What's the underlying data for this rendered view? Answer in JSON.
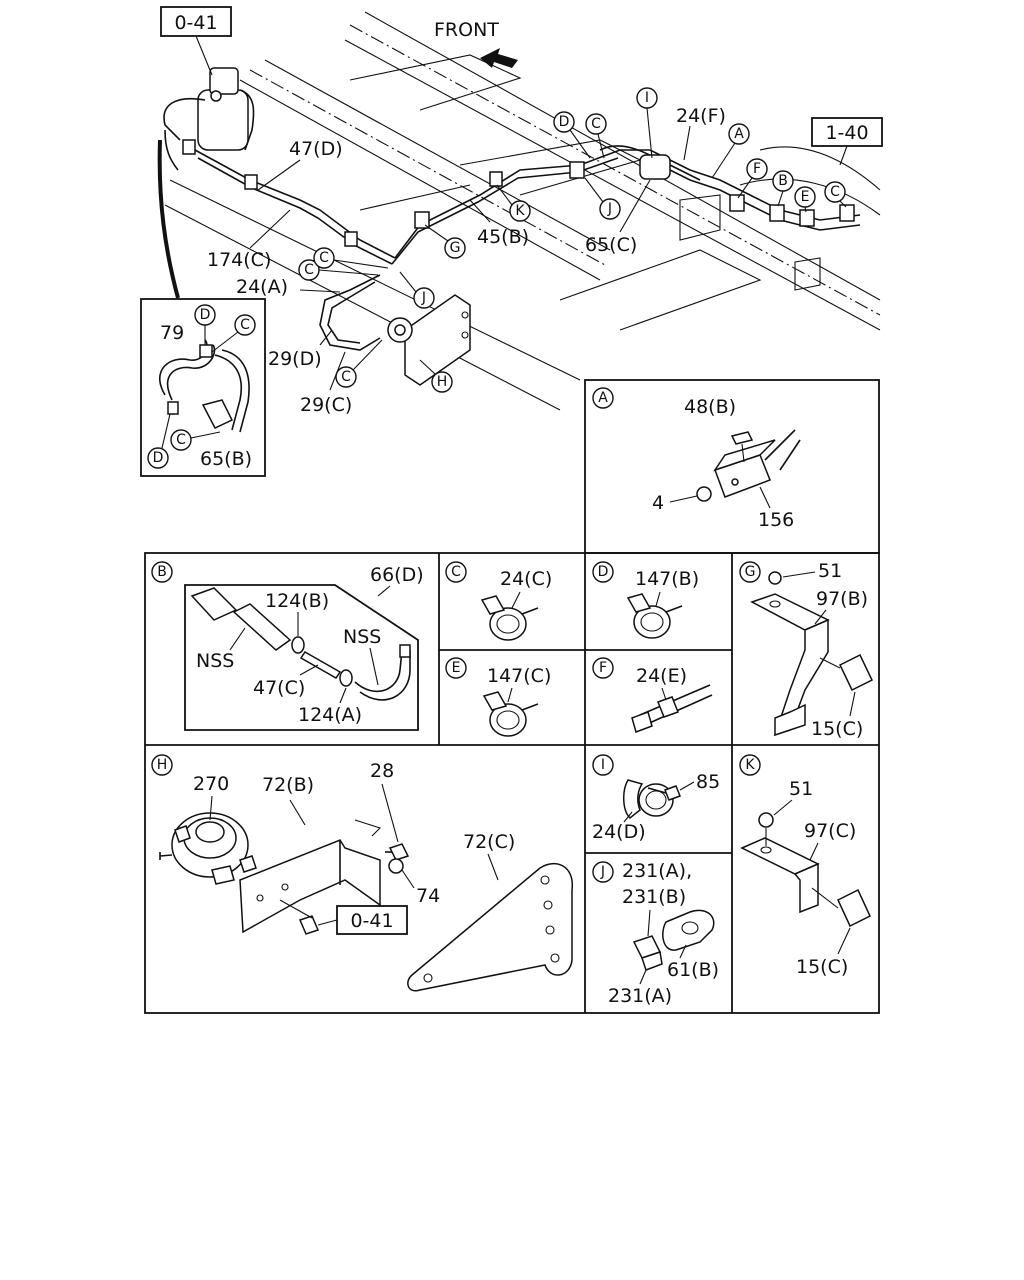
{
  "header": {
    "front_label": "FRONT"
  },
  "refs": {
    "ref_0_41_top": "0-41",
    "ref_1_40": "1-40",
    "ref_0_41_h": "0-41"
  },
  "main": {
    "lbl_47D": "47(D)",
    "lbl_174C": "174(C)",
    "lbl_24A": "24(A)",
    "lbl_29D": "29(D)",
    "lbl_29C": "29(C)",
    "lbl_45B": "45(B)",
    "lbl_65C": "65(C)",
    "lbl_24F": "24(F)",
    "circ_C1": "C",
    "circ_C2": "C",
    "circ_G": "G",
    "circ_J1": "J",
    "circ_K": "K",
    "circ_J2": "J",
    "circ_H": "H",
    "circ_D": "D",
    "circ_C3": "C",
    "circ_I": "I",
    "circ_A": "A",
    "circ_F": "F",
    "circ_B": "B",
    "circ_E": "E",
    "circ_C4": "C"
  },
  "inset": {
    "lbl_79": "79",
    "lbl_65B": "65(B)",
    "circ_D1": "D",
    "circ_C1": "C",
    "circ_C2": "C",
    "circ_D2": "D"
  },
  "detail_A": {
    "circle": "A",
    "lbl_48B": "48(B)",
    "lbl_4": "4",
    "lbl_156": "156"
  },
  "detail_B": {
    "circle": "B",
    "lbl_66D": "66(D)",
    "lbl_124B": "124(B)",
    "lbl_nss1": "NSS",
    "lbl_nss2": "NSS",
    "lbl_47C": "47(C)",
    "lbl_124A": "124(A)"
  },
  "detail_C": {
    "circle": "C",
    "lbl": "24(C)"
  },
  "detail_D": {
    "circle": "D",
    "lbl": "147(B)"
  },
  "detail_E": {
    "circle": "E",
    "lbl": "147(C)"
  },
  "detail_F": {
    "circle": "F",
    "lbl": "24(E)"
  },
  "detail_G": {
    "circle": "G",
    "lbl_51": "51",
    "lbl_97B": "97(B)",
    "lbl_15C": "15(C)"
  },
  "detail_H": {
    "circle": "H",
    "lbl_270": "270",
    "lbl_72B": "72(B)",
    "lbl_28": "28",
    "lbl_74": "74",
    "lbl_72C": "72(C)"
  },
  "detail_I": {
    "circle": "I",
    "lbl_85": "85",
    "lbl_24D": "24(D)"
  },
  "detail_J": {
    "circle": "J",
    "lbl_231AB": "231(A),",
    "lbl_231B": "231(B)",
    "lbl_61B": "61(B)",
    "lbl_231A": "231(A)"
  },
  "detail_K": {
    "circle": "K",
    "lbl_51": "51",
    "lbl_97C": "97(C)",
    "lbl_15C": "15(C)"
  }
}
